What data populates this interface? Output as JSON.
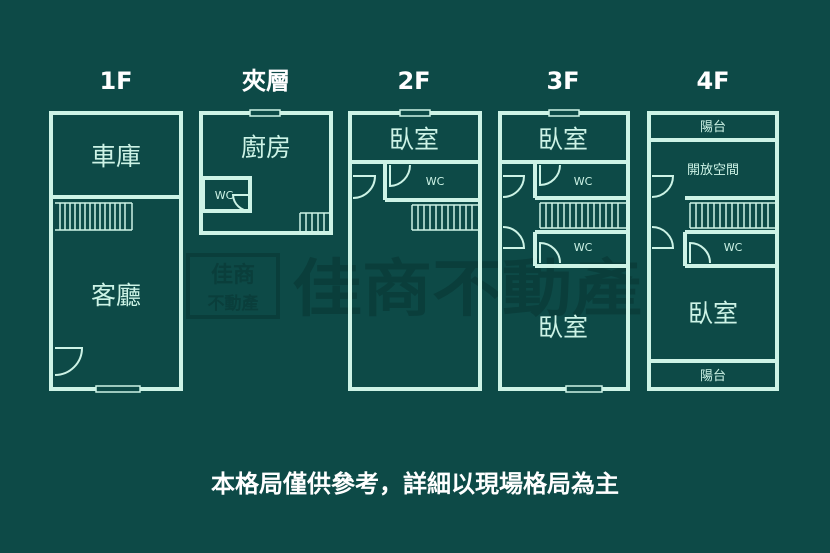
{
  "watermark": {
    "logo_top": "佳商",
    "logo_bottom": "不動產",
    "text": "佳商不動產"
  },
  "floors": {
    "f1": {
      "title": "1F",
      "garage": "車庫",
      "living": "客廳"
    },
    "mezz": {
      "title": "夾層",
      "kitchen": "廚房",
      "wc": "WC"
    },
    "f2": {
      "title": "2F",
      "bedroom": "臥室",
      "wc": "WC"
    },
    "f3": {
      "title": "3F",
      "bedroom_top": "臥室",
      "wc_top": "WC",
      "wc_bottom": "WC",
      "bedroom_bottom": "臥室"
    },
    "f4": {
      "title": "4F",
      "balcony_top": "陽台",
      "open_space": "開放空間",
      "wc": "WC",
      "bedroom": "臥室",
      "balcony_bottom": "陽台"
    }
  },
  "disclaimer": "本格局僅供參考，詳細以現場格局為主",
  "colors": {
    "background": "#0d4a47",
    "line": "#cdf3e6",
    "text": "#ffffff"
  }
}
